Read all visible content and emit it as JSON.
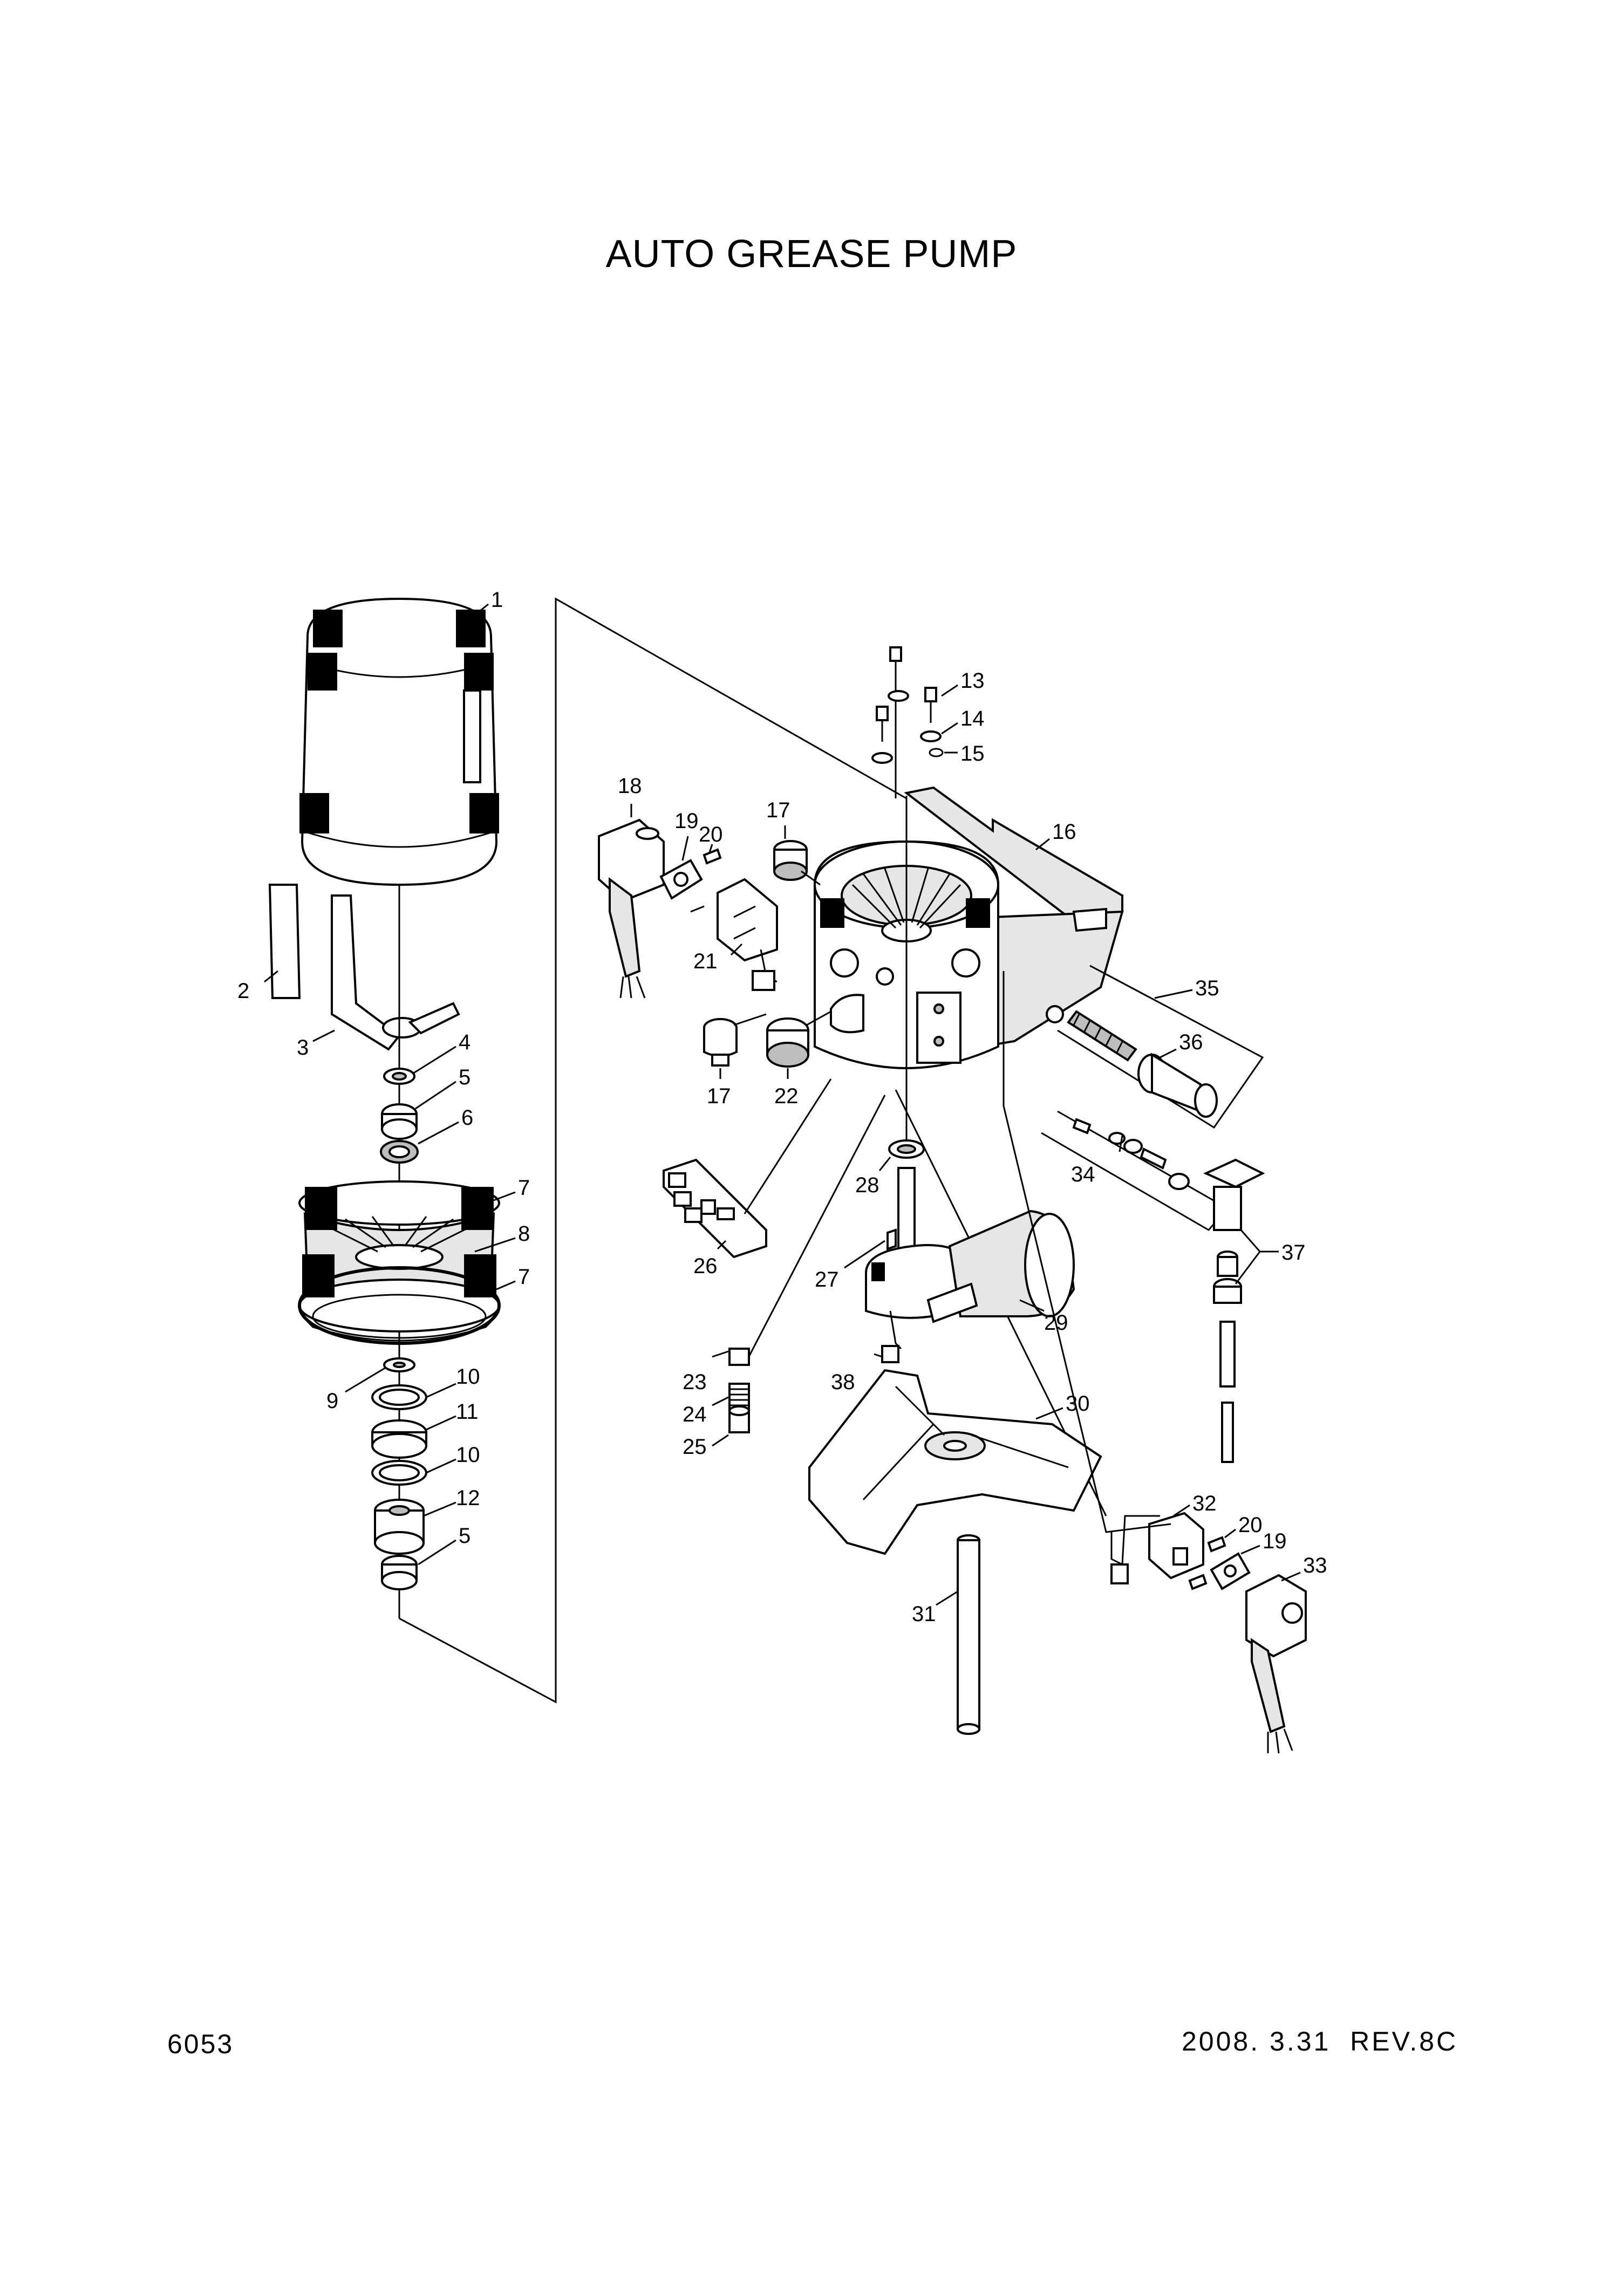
{
  "title": "AUTO GREASE PUMP",
  "page_code": "6053",
  "revision": "2008. 3.31  REV.8C",
  "callouts": [
    "1",
    "2",
    "3",
    "4",
    "5",
    "6",
    "7",
    "8",
    "7",
    "9",
    "10",
    "11",
    "10",
    "12",
    "5",
    "13",
    "14",
    "15",
    "16",
    "17",
    "18",
    "19",
    "20",
    "21",
    "17",
    "22",
    "23",
    "24",
    "25",
    "26",
    "27",
    "28",
    "29",
    "30",
    "31",
    "32",
    "20",
    "19",
    "33",
    "34",
    "35",
    "36",
    "37",
    "38"
  ]
}
